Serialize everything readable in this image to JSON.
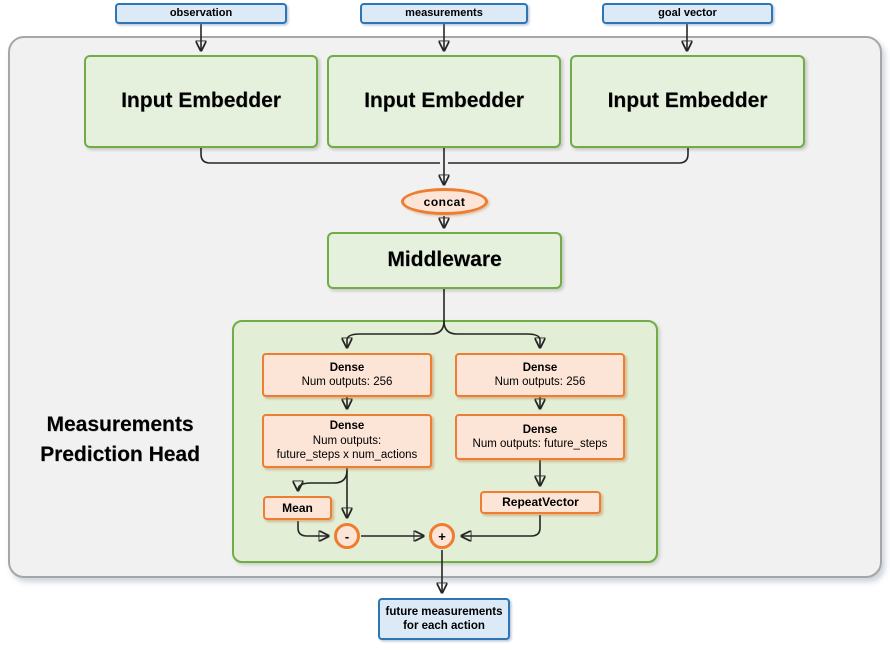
{
  "colors": {
    "page_bg": "#ffffff",
    "outer_fill": "#f1f1f1",
    "outer_border": "#a6a6a6",
    "panel_fill": "#e2eed6",
    "panel_border": "#70ad47",
    "green_fill": "#e5f0dd",
    "green_border": "#70ad47",
    "blue_fill": "#dce9f7",
    "blue_border": "#2e75b6",
    "orange_fill": "#fce4d6",
    "orange_border": "#ed7d31",
    "wire": "#262626",
    "text": "#000000"
  },
  "nodes": {
    "inputs": [
      {
        "label": "observation"
      },
      {
        "label": "measurements"
      },
      {
        "label": "goal vector"
      }
    ],
    "embedders": [
      {
        "label": "Input Embedder"
      },
      {
        "label": "Input Embedder"
      },
      {
        "label": "Input Embedder"
      }
    ],
    "concat": {
      "label": "concat"
    },
    "middleware": {
      "label": "Middleware"
    },
    "head": {
      "title_line1": "Measurements",
      "title_line2": "Prediction Head"
    },
    "left_branch": {
      "dense1": {
        "title": "Dense",
        "subtitle": "Num outputs: 256"
      },
      "dense2": {
        "title": "Dense",
        "subtitle_line1": "Num outputs:",
        "subtitle_line2": "future_steps x num_actions"
      },
      "mean": {
        "label": "Mean"
      },
      "minus_op": {
        "label": "-"
      }
    },
    "right_branch": {
      "dense1": {
        "title": "Dense",
        "subtitle": "Num outputs: 256"
      },
      "dense2": {
        "title": "Dense",
        "subtitle": "Num outputs: future_steps"
      },
      "repeat_vector": {
        "label": "RepeatVector"
      },
      "plus_op": {
        "label": "+"
      }
    },
    "output": {
      "line1": "future measurements",
      "line2": "for each action"
    }
  }
}
